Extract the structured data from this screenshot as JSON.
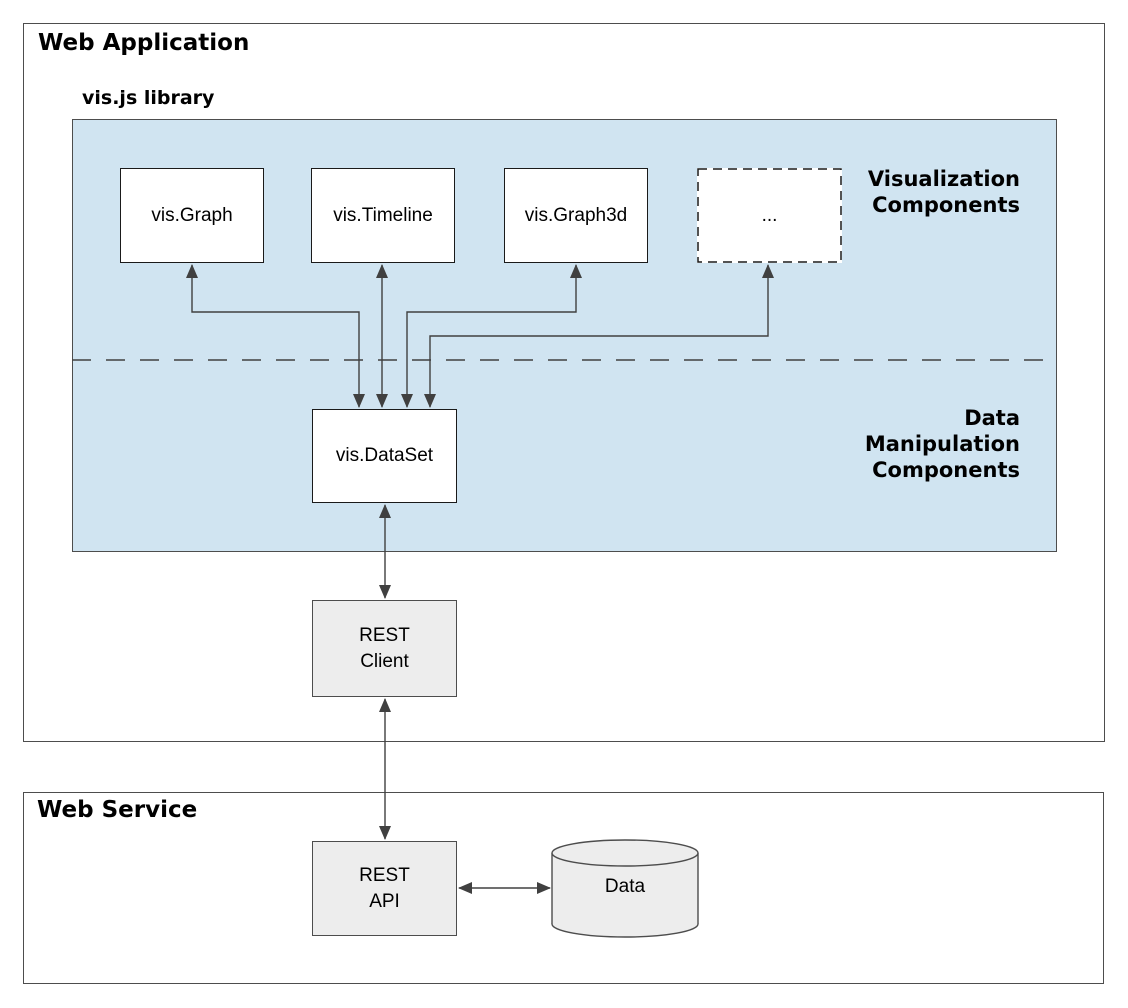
{
  "colors": {
    "library_panel_fill": "#d0e4f1",
    "component_box_fill": "#ffffff",
    "service_box_fill": "#ededed",
    "line_color": "#404040",
    "text_color": "#000000"
  },
  "web_application": {
    "title": "Web Application",
    "library": {
      "title": "vis.js library",
      "visualization_label": "Visualization\nComponents",
      "data_manipulation_label": "Data\nManipulation\nComponents",
      "components": [
        {
          "label": "vis.Graph"
        },
        {
          "label": "vis.Timeline"
        },
        {
          "label": "vis.Graph3d"
        },
        {
          "label": "..."
        }
      ],
      "dataset": {
        "label": "vis.DataSet"
      }
    },
    "rest_client": {
      "label": "REST\nClient"
    }
  },
  "web_service": {
    "title": "Web Service",
    "rest_api": {
      "label": "REST\nAPI"
    },
    "data_store": {
      "label": "Data"
    }
  }
}
